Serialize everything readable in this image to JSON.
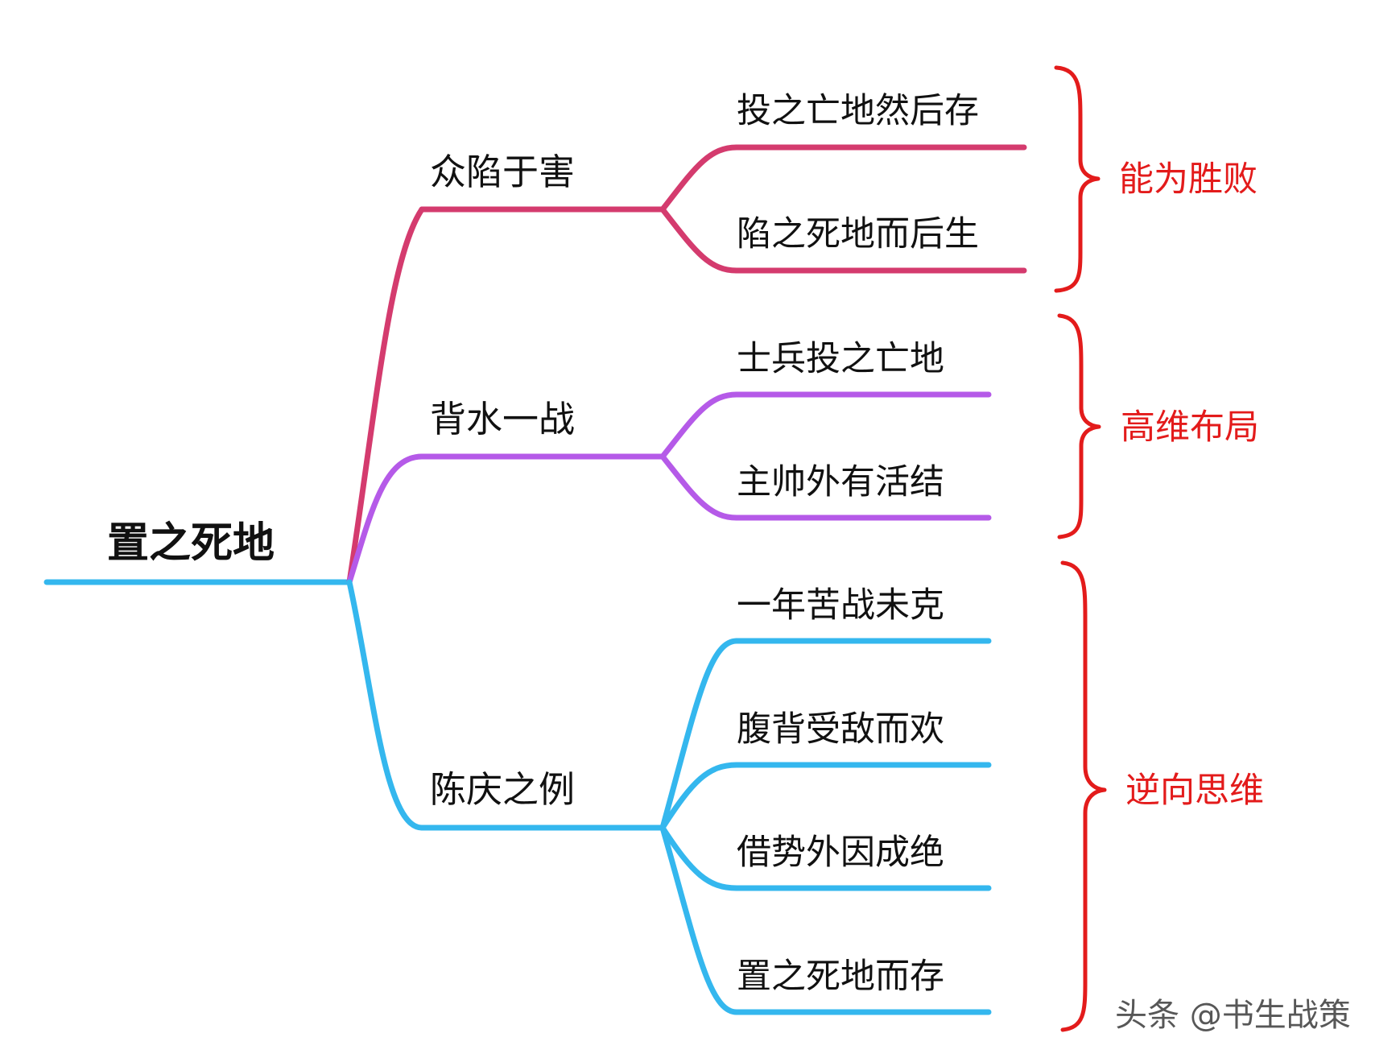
{
  "mindmap": {
    "root": {
      "label": "置之死地",
      "color": "#34b7ee"
    },
    "branches": [
      {
        "label": "众陷于害",
        "color": "#d43b6e",
        "leaves": [
          "投之亡地然后存",
          "陷之死地而后生"
        ]
      },
      {
        "label": "背水一战",
        "color": "#b55ae8",
        "leaves": [
          "士兵投之亡地",
          "主帅外有活结"
        ]
      },
      {
        "label": "陈庆之例",
        "color": "#34b7ee",
        "leaves": [
          "一年苦战未克",
          "腹背受敌而欢",
          "借势外因成绝",
          "置之死地而存"
        ]
      }
    ],
    "notes": [
      {
        "label": "能为胜败",
        "color": "#e31b1b"
      },
      {
        "label": "高维布局",
        "color": "#e31b1b"
      },
      {
        "label": "逆向思维",
        "color": "#e31b1b"
      }
    ]
  },
  "watermark": "头条 @书生战策"
}
